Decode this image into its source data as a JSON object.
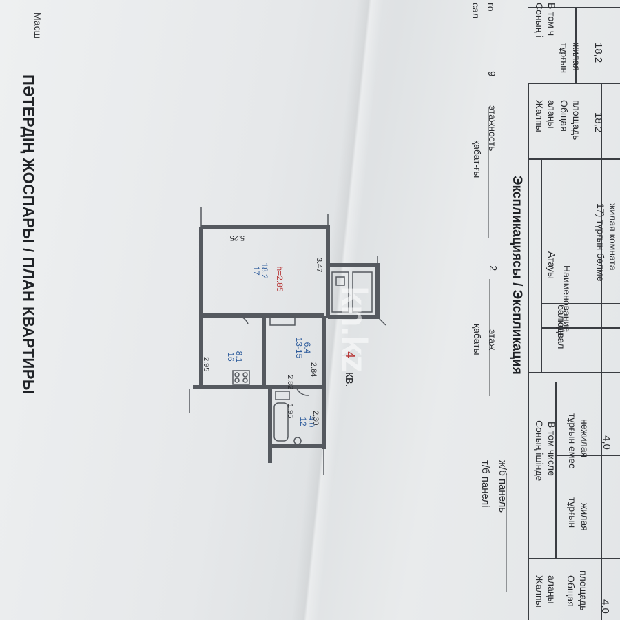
{
  "document": {
    "title": "ПӘТЕРДІҢ ЖОСПАРЫ / ПЛАН КВАРТИРЫ",
    "scale_label": "Масш",
    "material_kz": "т/б панелі",
    "material_ru": "ж/б панель",
    "floor_label_kz": "қабаты",
    "floor_label_ru": "этаж",
    "floor_value": "2",
    "storeys_label_kz": "қабат-ғы",
    "storeys_label_ru": "этажность",
    "storeys_value": "9",
    "top_right_kz": "сал",
    "top_right_ru": "го",
    "watermark": "kn.kz"
  },
  "plan": {
    "apartment_label": "кв.",
    "apartment_number": "4",
    "rooms": [
      {
        "id": "17",
        "area": "18.2"
      },
      {
        "id": "16",
        "area": "8.1"
      },
      {
        "id": "13-15",
        "area": "6.4"
      },
      {
        "id": "12",
        "area": "4.0"
      }
    ],
    "height_label": "h=2.85",
    "dims": [
      "5.25",
      "3.47",
      "2.95",
      "2.84",
      "2.82",
      "1.95",
      "2.30"
    ]
  },
  "explication": {
    "heading": "Экспликациясы / Экспликация",
    "podval": "подвал",
    "balkon": "балкон",
    "name_kz": "Атауы",
    "name_ru": "Наименование",
    "row1_name": "17) тұрғын бөлме",
    "row2_name": "жилая комната",
    "total_kz": "Жалпы",
    "total_kz2": "алаңы",
    "total_ru": "Общая",
    "total_ru2": "площадь",
    "total_value": "18,2",
    "incl_kz": "Соның ішінде",
    "incl_ru": "В том числе",
    "living_kz": "тұрғын",
    "living_ru": "жилая",
    "living_value": "18,2",
    "nonliving_kz": "тұрғын емес",
    "nonliving_ru": "нежилая",
    "nonliving_value": "4,0",
    "left_total_value": "4,0",
    "incl_ru_cut": "В том ч",
    "incl_kz_cut": "Соның і"
  }
}
